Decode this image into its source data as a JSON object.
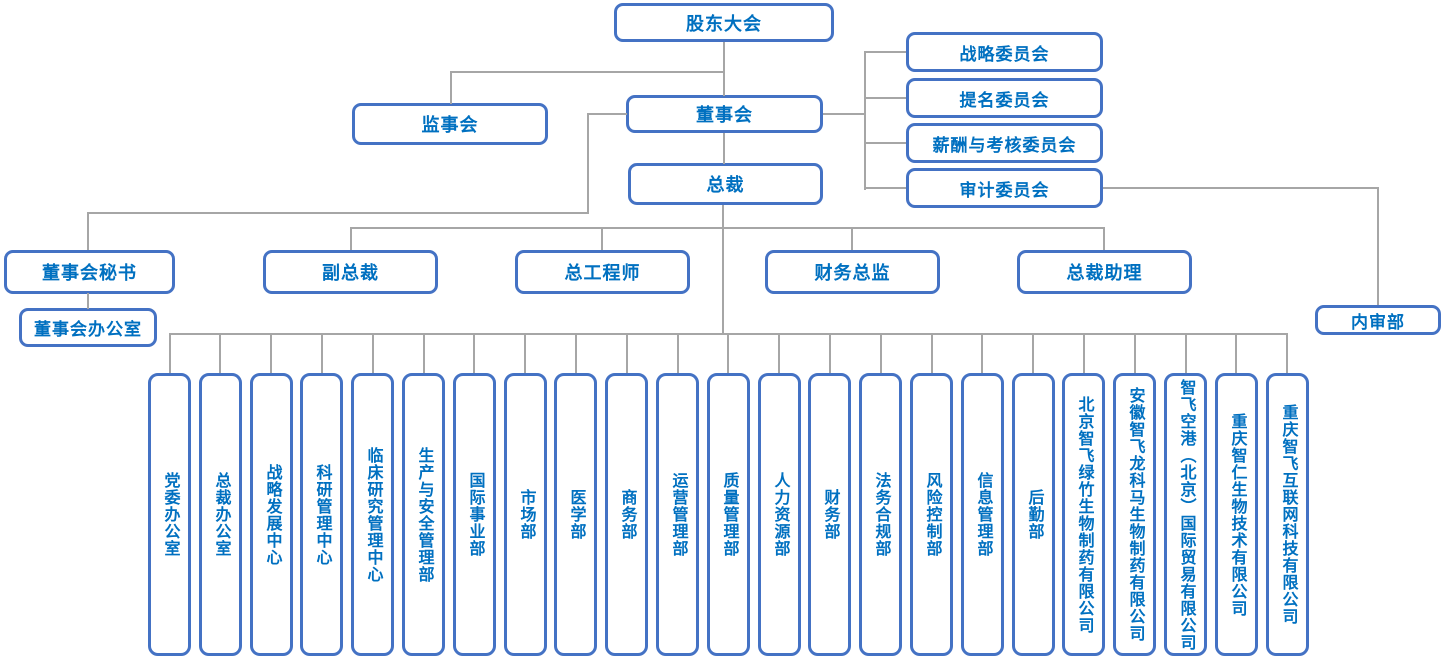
{
  "colors": {
    "box_border": "#4472C4",
    "box_text": "#0070C0",
    "connector_line": "#A6A6A6",
    "background": "#FFFFFF"
  },
  "org": {
    "shareholders_meeting": "股东大会",
    "supervisory_board": "监事会",
    "board_of_directors": "董事会",
    "president": "总裁",
    "committees": [
      "战略委员会",
      "提名委员会",
      "薪酬与考核委员会",
      "审计委员会"
    ],
    "executives": [
      "董事会秘书",
      "副总裁",
      "总工程师",
      "财务总监",
      "总裁助理"
    ],
    "board_office": "董事会办公室",
    "internal_audit_dept": "内审部",
    "departments": [
      "党委办公室",
      "总裁办公室",
      "战略发展中心",
      "科研管理中心",
      "临床研究管理中心",
      "生产与安全管理部",
      "国际事业部",
      "市场部",
      "医学部",
      "商务部",
      "运营管理部",
      "质量管理部",
      "人力资源部",
      "财务部",
      "法务合规部",
      "风险控制部",
      "信息管理部",
      "后勤部",
      "北京智飞绿竹生物制药有限公司",
      "安徽智飞龙科马生物制药有限公司",
      "智飞空港（北京）国际贸易有限公司",
      "重庆智仁生物技术有限公司",
      "重庆智飞互联网科技有限公司"
    ]
  }
}
